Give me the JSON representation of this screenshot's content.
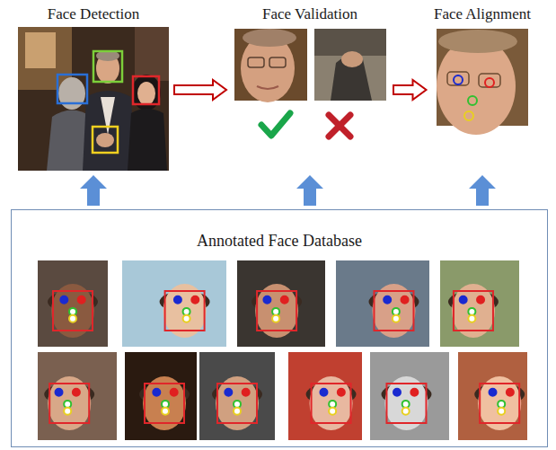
{
  "diagram": {
    "nodes": [
      {
        "text": [
          "Face Detection"
        ]
      },
      {
        "text": [
          "Face Validation"
        ]
      },
      {
        "text": [
          "Face Alignment"
        ]
      },
      {
        "text": [
          "Annotated Face Database"
        ]
      }
    ],
    "edges": [
      {
        "from": 0,
        "to": 1,
        "arrow": "to"
      },
      {
        "from": 1,
        "to": 2,
        "arrow": "to"
      },
      {
        "from": 3,
        "to": 0,
        "arrow": "to"
      },
      {
        "from": 3,
        "to": 1,
        "arrow": "to"
      },
      {
        "from": 3,
        "to": 2,
        "arrow": "to"
      }
    ]
  }
}
